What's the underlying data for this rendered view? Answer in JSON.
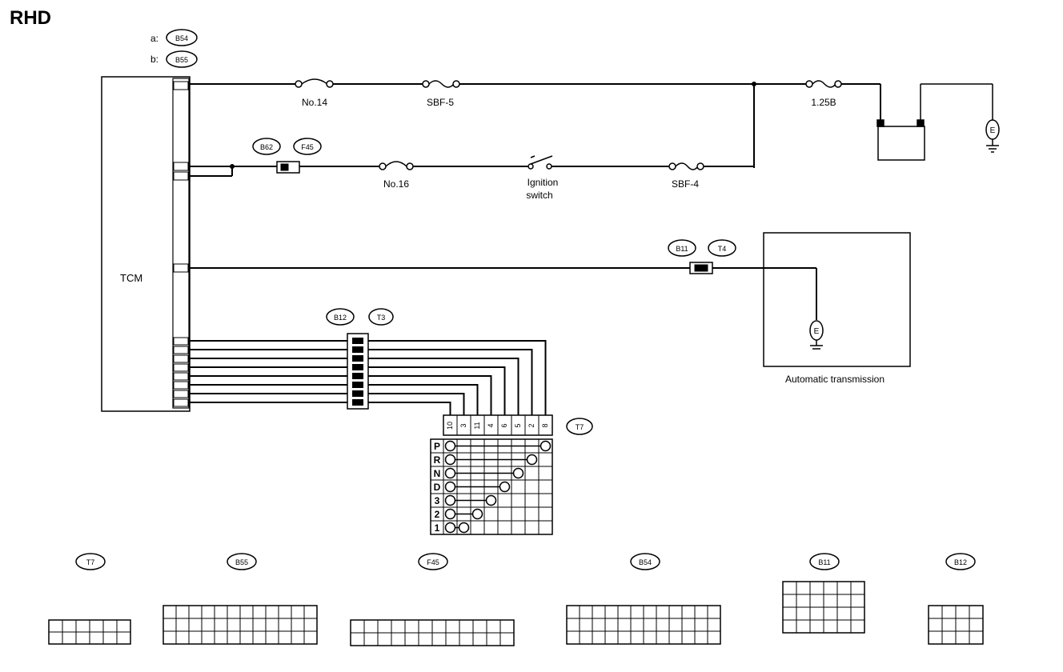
{
  "title": "RHD",
  "harness": {
    "a": "B54",
    "b": "B55"
  },
  "tcm": {
    "label": "TCM"
  },
  "power": {
    "fuse_no14": "No.14",
    "sbf5": "SBF-5",
    "fuse_125b": "1.25B",
    "fuse_no16": "No.16",
    "ign_line1": "Ignition",
    "ign_line2": "switch",
    "sbf4": "SBF-4",
    "conn_b62": "B62",
    "conn_f45": "F45"
  },
  "ground": {
    "label": "E"
  },
  "auto_trans": {
    "label": "Automatic transmission",
    "conn_b11": "B11",
    "conn_t4": "T4"
  },
  "inhibitor": {
    "conn_b12": "B12",
    "conn_t3": "T3",
    "conn_t7": "T7",
    "terminals": [
      "10",
      "3",
      "11",
      "4",
      "6",
      "5",
      "2",
      "8"
    ],
    "positions": [
      "P",
      "R",
      "N",
      "D",
      "3",
      "2",
      "1"
    ]
  },
  "connectors": [
    {
      "id": "T7"
    },
    {
      "id": "B55"
    },
    {
      "id": "F45"
    },
    {
      "id": "B54"
    },
    {
      "id": "B11"
    },
    {
      "id": "B12"
    }
  ]
}
